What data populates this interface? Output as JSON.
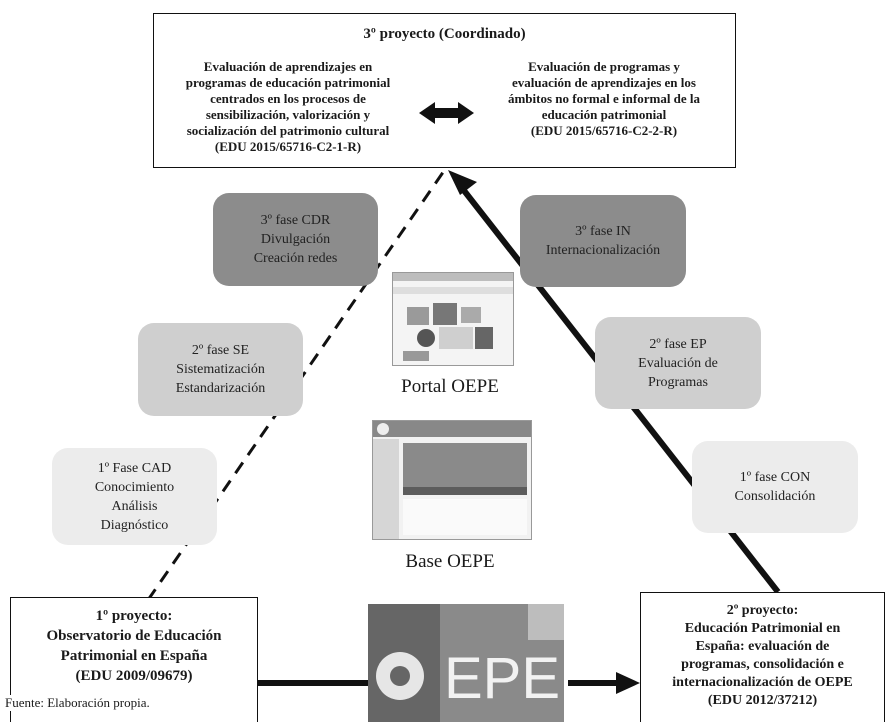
{
  "top_project": {
    "title": "3º proyecto (Coordinado)",
    "left_lines": [
      "Evaluación de aprendizajes en",
      "programas de educación patrimonial",
      "centrados en los procesos de",
      "sensibilización, valorización y",
      "socialización del patrimonio cultural",
      "(EDU 2015/65716-C2-1-R)"
    ],
    "right_lines": [
      "Evaluación de programas y",
      "evaluación de aprendizajes en los",
      "ámbitos no formal e informal de la",
      "educación patrimonial",
      "(EDU 2015/65716-C2-2-R)"
    ]
  },
  "project1": {
    "lines": [
      "1º proyecto:",
      "Observatorio de Educación",
      "Patrimonial en España",
      "(EDU 2009/09679)"
    ]
  },
  "project2": {
    "lines": [
      "2º proyecto:",
      "Educación Patrimonial en",
      "España: evaluación de",
      "programas, consolidación e",
      "internacionalización de OEPE",
      "(EDU 2012/37212)"
    ]
  },
  "left_phases": [
    {
      "lines": [
        "3º fase CDR",
        "Divulgación",
        "Creación redes"
      ]
    },
    {
      "lines": [
        "2º fase SE",
        "Sistematización",
        "Estandarización"
      ]
    },
    {
      "lines": [
        "1º Fase CAD",
        "Conocimiento",
        "Análisis",
        "Diagnóstico"
      ]
    }
  ],
  "right_phases": [
    {
      "lines": [
        "3º fase IN",
        "Internacionalización"
      ]
    },
    {
      "lines": [
        "2º fase EP",
        "Evaluación de",
        "Programas"
      ]
    },
    {
      "lines": [
        "1º fase CON",
        "Consolidación"
      ]
    }
  ],
  "captions": {
    "portal": "Portal OEPE",
    "base": "Base OEPE"
  },
  "logo": {
    "text": "EPE"
  },
  "source": "Fuente: Elaboración propia.",
  "colors": {
    "dark_phase": "#8c8c8c",
    "mid_phase": "#cfcfcf",
    "light_phase": "#ececec"
  }
}
